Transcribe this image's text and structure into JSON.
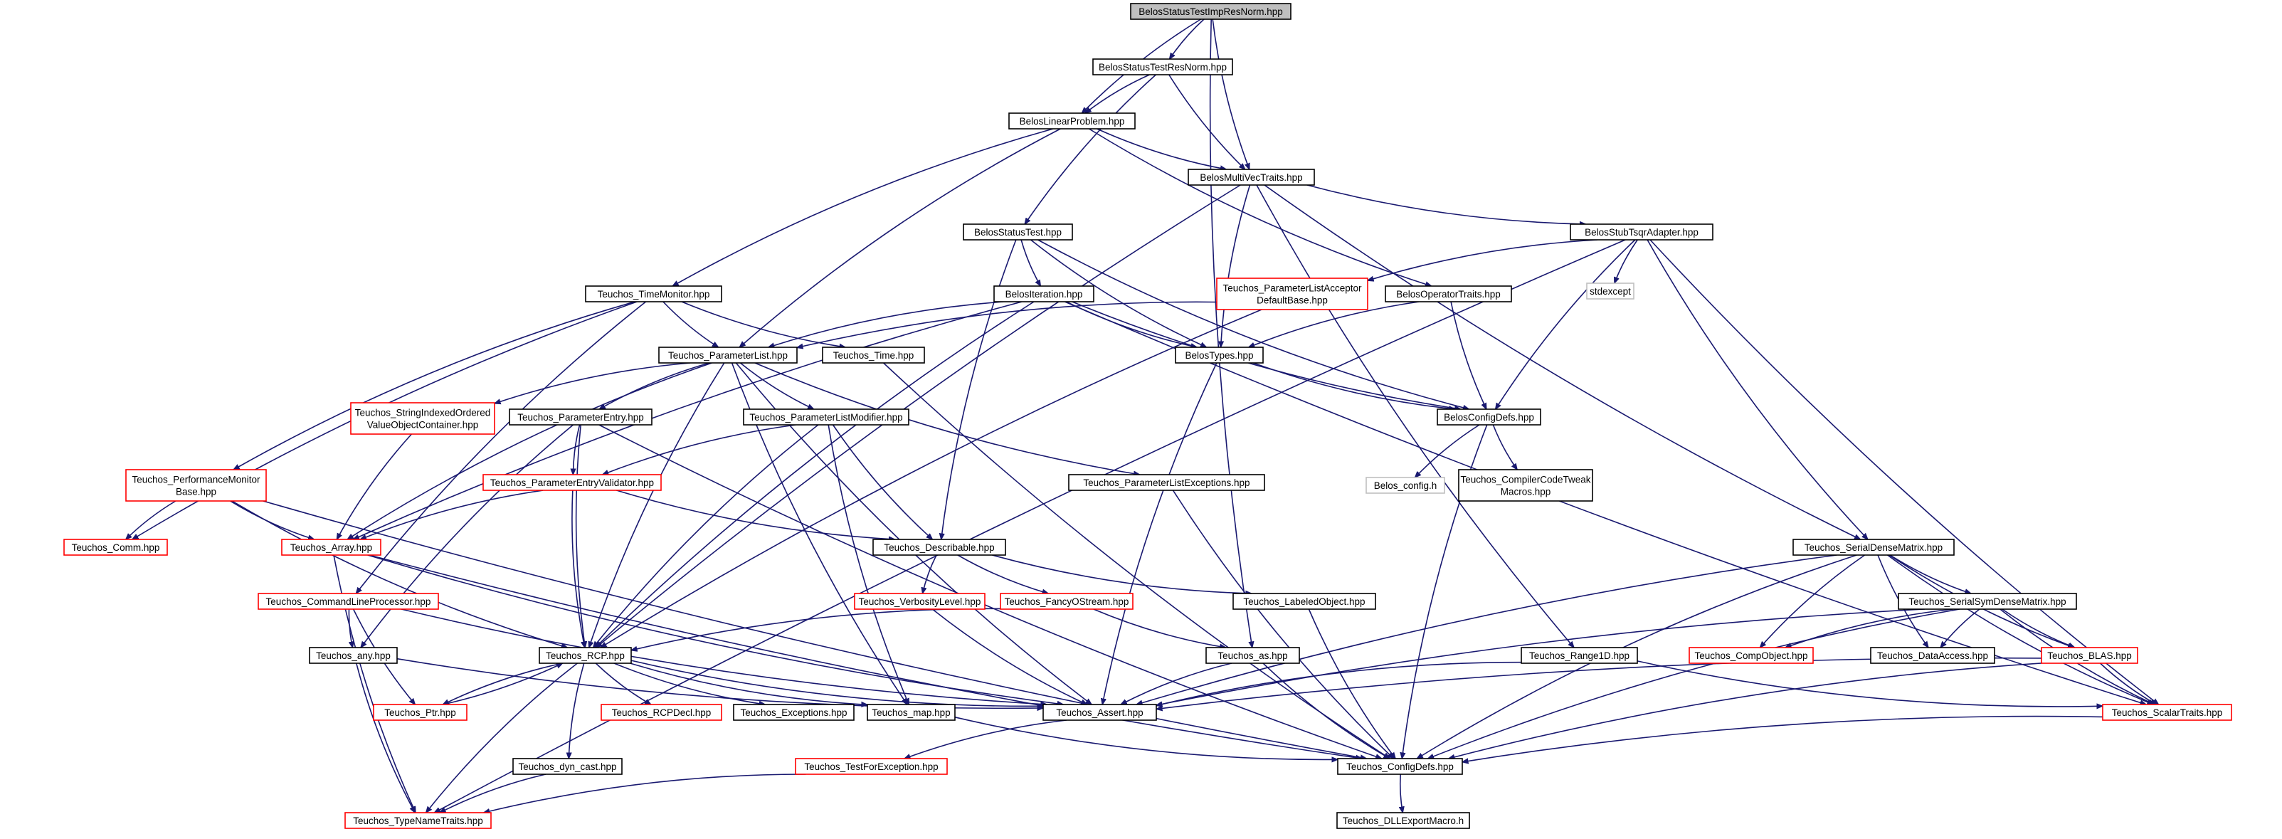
{
  "colors": {
    "edge": "#191970",
    "root_fill": "#bfbfbf",
    "root_border": "#000000",
    "node_border": "#000000",
    "truncated_border": "#ff0000",
    "external_border": "#bfbfbf",
    "node_fill": "#ffffff"
  },
  "nodes": [
    {
      "id": "root",
      "lines": [
        "BelosStatusTestImpResNorm.hpp"
      ],
      "style": "root"
    },
    {
      "id": "resnorm",
      "lines": [
        "BelosStatusTestResNorm.hpp"
      ],
      "style": "normal"
    },
    {
      "id": "linprob",
      "lines": [
        "BelosLinearProblem.hpp"
      ],
      "style": "normal"
    },
    {
      "id": "mvtraits",
      "lines": [
        "BelosMultiVecTraits.hpp"
      ],
      "style": "normal"
    },
    {
      "id": "statustest",
      "lines": [
        "BelosStatusTest.hpp"
      ],
      "style": "normal"
    },
    {
      "id": "tsqr",
      "lines": [
        "BelosStubTsqrAdapter.hpp"
      ],
      "style": "normal"
    },
    {
      "id": "stdexcept",
      "lines": [
        "stdexcept"
      ],
      "style": "external"
    },
    {
      "id": "timemon",
      "lines": [
        "Teuchos_TimeMonitor.hpp"
      ],
      "style": "normal"
    },
    {
      "id": "placcept",
      "lines": [
        "Teuchos_ParameterListAcceptor",
        "DefaultBase.hpp"
      ],
      "style": "truncated"
    },
    {
      "id": "iteration",
      "lines": [
        "BelosIteration.hpp"
      ],
      "style": "normal"
    },
    {
      "id": "optraits",
      "lines": [
        "BelosOperatorTraits.hpp"
      ],
      "style": "normal"
    },
    {
      "id": "plist",
      "lines": [
        "Teuchos_ParameterList.hpp"
      ],
      "style": "normal"
    },
    {
      "id": "ttime",
      "lines": [
        "Teuchos_Time.hpp"
      ],
      "style": "normal"
    },
    {
      "id": "btypes",
      "lines": [
        "BelosTypes.hpp"
      ],
      "style": "normal"
    },
    {
      "id": "bconfig",
      "lines": [
        "BelosConfigDefs.hpp"
      ],
      "style": "normal"
    },
    {
      "id": "belosconfig",
      "lines": [
        "Belos_config.h"
      ],
      "style": "external"
    },
    {
      "id": "ccodetweak",
      "lines": [
        "Teuchos_CompilerCodeTweak",
        "Macros.hpp"
      ],
      "style": "normal"
    },
    {
      "id": "strindexed",
      "lines": [
        "Teuchos_StringIndexedOrdered",
        "ValueObjectContainer.hpp"
      ],
      "style": "truncated"
    },
    {
      "id": "pentry",
      "lines": [
        "Teuchos_ParameterEntry.hpp"
      ],
      "style": "normal"
    },
    {
      "id": "plmod",
      "lines": [
        "Teuchos_ParameterListModifier.hpp"
      ],
      "style": "normal"
    },
    {
      "id": "plexc",
      "lines": [
        "Teuchos_ParameterListExceptions.hpp"
      ],
      "style": "normal"
    },
    {
      "id": "pentryval",
      "lines": [
        "Teuchos_ParameterEntryValidator.hpp"
      ],
      "style": "truncated"
    },
    {
      "id": "perfmon",
      "lines": [
        "Teuchos_PerformanceMonitor",
        "Base.hpp"
      ],
      "style": "truncated"
    },
    {
      "id": "comm",
      "lines": [
        "Teuchos_Comm.hpp"
      ],
      "style": "truncated"
    },
    {
      "id": "tarray",
      "lines": [
        "Teuchos_Array.hpp"
      ],
      "style": "truncated"
    },
    {
      "id": "describable",
      "lines": [
        "Teuchos_Describable.hpp"
      ],
      "style": "normal"
    },
    {
      "id": "verb",
      "lines": [
        "Teuchos_VerbosityLevel.hpp"
      ],
      "style": "truncated"
    },
    {
      "id": "fancy",
      "lines": [
        "Teuchos_FancyOStream.hpp"
      ],
      "style": "truncated"
    },
    {
      "id": "labeled",
      "lines": [
        "Teuchos_LabeledObject.hpp"
      ],
      "style": "normal"
    },
    {
      "id": "serialdense",
      "lines": [
        "Teuchos_SerialDenseMatrix.hpp"
      ],
      "style": "normal"
    },
    {
      "id": "serialsym",
      "lines": [
        "Teuchos_SerialSymDenseMatrix.hpp"
      ],
      "style": "normal"
    },
    {
      "id": "clp",
      "lines": [
        "Teuchos_CommandLineProcessor.hpp"
      ],
      "style": "truncated"
    },
    {
      "id": "tany",
      "lines": [
        "Teuchos_any.hpp"
      ],
      "style": "normal"
    },
    {
      "id": "rcp",
      "lines": [
        "Teuchos_RCP.hpp"
      ],
      "style": "normal"
    },
    {
      "id": "tas",
      "lines": [
        "Teuchos_as.hpp"
      ],
      "style": "normal"
    },
    {
      "id": "range1d",
      "lines": [
        "Teuchos_Range1D.hpp"
      ],
      "style": "normal"
    },
    {
      "id": "compobj",
      "lines": [
        "Teuchos_CompObject.hpp"
      ],
      "style": "truncated"
    },
    {
      "id": "dataaccess",
      "lines": [
        "Teuchos_DataAccess.hpp"
      ],
      "style": "normal"
    },
    {
      "id": "blas",
      "lines": [
        "Teuchos_BLAS.hpp"
      ],
      "style": "truncated"
    },
    {
      "id": "ptr",
      "lines": [
        "Teuchos_Ptr.hpp"
      ],
      "style": "truncated"
    },
    {
      "id": "rcpdecl",
      "lines": [
        "Teuchos_RCPDecl.hpp"
      ],
      "style": "truncated"
    },
    {
      "id": "texc",
      "lines": [
        "Teuchos_Exceptions.hpp"
      ],
      "style": "normal"
    },
    {
      "id": "tmap",
      "lines": [
        "Teuchos_map.hpp"
      ],
      "style": "normal"
    },
    {
      "id": "tassert",
      "lines": [
        "Teuchos_Assert.hpp"
      ],
      "style": "normal"
    },
    {
      "id": "scalartraits",
      "lines": [
        "Teuchos_ScalarTraits.hpp"
      ],
      "style": "truncated"
    },
    {
      "id": "dyncast",
      "lines": [
        "Teuchos_dyn_cast.hpp"
      ],
      "style": "normal"
    },
    {
      "id": "testforexc",
      "lines": [
        "Teuchos_TestForException.hpp"
      ],
      "style": "truncated"
    },
    {
      "id": "tconfig",
      "lines": [
        "Teuchos_ConfigDefs.hpp"
      ],
      "style": "normal"
    },
    {
      "id": "typename",
      "lines": [
        "Teuchos_TypeNameTraits.hpp"
      ],
      "style": "truncated"
    },
    {
      "id": "dllexport",
      "lines": [
        "Teuchos_DLLExportMacro.h"
      ],
      "style": "normal"
    }
  ],
  "edges": [
    [
      "root",
      "resnorm"
    ],
    [
      "root",
      "linprob"
    ],
    [
      "root",
      "mvtraits"
    ],
    [
      "root",
      "tas"
    ],
    [
      "resnorm",
      "linprob"
    ],
    [
      "resnorm",
      "mvtraits"
    ],
    [
      "resnorm",
      "statustest"
    ],
    [
      "linprob",
      "mvtraits"
    ],
    [
      "linprob",
      "optraits"
    ],
    [
      "linprob",
      "timemon"
    ],
    [
      "linprob",
      "plist"
    ],
    [
      "mvtraits",
      "tsqr"
    ],
    [
      "mvtraits",
      "btypes"
    ],
    [
      "mvtraits",
      "rcp"
    ],
    [
      "mvtraits",
      "range1d"
    ],
    [
      "mvtraits",
      "serialdense"
    ],
    [
      "statustest",
      "iteration"
    ],
    [
      "statustest",
      "btypes"
    ],
    [
      "statustest",
      "describable"
    ],
    [
      "statustest",
      "bconfig"
    ],
    [
      "tsqr",
      "stdexcept"
    ],
    [
      "tsqr",
      "placcept"
    ],
    [
      "tsqr",
      "bconfig"
    ],
    [
      "tsqr",
      "serialdense"
    ],
    [
      "tsqr",
      "scalartraits"
    ],
    [
      "tsqr",
      "typename"
    ],
    [
      "timemon",
      "plist"
    ],
    [
      "timemon",
      "ttime"
    ],
    [
      "timemon",
      "perfmon"
    ],
    [
      "timemon",
      "comm"
    ],
    [
      "timemon",
      "clp"
    ],
    [
      "placcept",
      "plist"
    ],
    [
      "placcept",
      "rcp"
    ],
    [
      "iteration",
      "plist"
    ],
    [
      "iteration",
      "btypes"
    ],
    [
      "iteration",
      "bconfig"
    ],
    [
      "iteration",
      "rcp"
    ],
    [
      "iteration",
      "tarray"
    ],
    [
      "iteration",
      "scalartraits"
    ],
    [
      "optraits",
      "btypes"
    ],
    [
      "optraits",
      "bconfig"
    ],
    [
      "btypes",
      "bconfig"
    ],
    [
      "btypes",
      "tassert"
    ],
    [
      "bconfig",
      "belosconfig"
    ],
    [
      "bconfig",
      "ccodetweak"
    ],
    [
      "bconfig",
      "tconfig"
    ],
    [
      "plist",
      "strindexed"
    ],
    [
      "plist",
      "pentry"
    ],
    [
      "plist",
      "plmod"
    ],
    [
      "plist",
      "plexc"
    ],
    [
      "plist",
      "tarray"
    ],
    [
      "plist",
      "rcp"
    ],
    [
      "plist",
      "tassert"
    ],
    [
      "plist",
      "tmap"
    ],
    [
      "ttime",
      "tconfig"
    ],
    [
      "strindexed",
      "tarray"
    ],
    [
      "pentry",
      "pentryval"
    ],
    [
      "pentry",
      "rcp"
    ],
    [
      "pentry",
      "tany"
    ],
    [
      "pentry",
      "tconfig"
    ],
    [
      "plmod",
      "pentryval"
    ],
    [
      "plmod",
      "describable"
    ],
    [
      "plmod",
      "rcp"
    ],
    [
      "plmod",
      "tmap"
    ],
    [
      "plexc",
      "tconfig"
    ],
    [
      "pentryval",
      "tarray"
    ],
    [
      "pentryval",
      "describable"
    ],
    [
      "pentryval",
      "rcp"
    ],
    [
      "perfmon",
      "comm"
    ],
    [
      "perfmon",
      "tarray"
    ],
    [
      "perfmon",
      "rcp"
    ],
    [
      "perfmon",
      "tconfig"
    ],
    [
      "tarray",
      "tassert"
    ],
    [
      "tarray",
      "typename"
    ],
    [
      "tarray",
      "tconfig"
    ],
    [
      "describable",
      "verb"
    ],
    [
      "describable",
      "fancy"
    ],
    [
      "describable",
      "labeled"
    ],
    [
      "verb",
      "tassert"
    ],
    [
      "fancy",
      "rcp"
    ],
    [
      "fancy",
      "tas"
    ],
    [
      "labeled",
      "tconfig"
    ],
    [
      "serialdense",
      "serialsym"
    ],
    [
      "serialdense",
      "compobj"
    ],
    [
      "serialdense",
      "dataaccess"
    ],
    [
      "serialdense",
      "blas"
    ],
    [
      "serialdense",
      "scalartraits"
    ],
    [
      "serialdense",
      "tassert"
    ],
    [
      "serialdense",
      "tconfig"
    ],
    [
      "serialsym",
      "compobj"
    ],
    [
      "serialsym",
      "dataaccess"
    ],
    [
      "serialsym",
      "blas"
    ],
    [
      "serialsym",
      "scalartraits"
    ],
    [
      "serialsym",
      "tassert"
    ],
    [
      "serialsym",
      "tconfig"
    ],
    [
      "clp",
      "tany"
    ],
    [
      "clp",
      "ptr"
    ],
    [
      "clp",
      "tassert"
    ],
    [
      "tany",
      "tassert"
    ],
    [
      "tany",
      "typename"
    ],
    [
      "rcp",
      "ptr"
    ],
    [
      "rcp",
      "rcpdecl"
    ],
    [
      "rcp",
      "texc"
    ],
    [
      "rcp",
      "tmap"
    ],
    [
      "rcp",
      "tassert"
    ],
    [
      "rcp",
      "dyncast"
    ],
    [
      "rcp",
      "typename"
    ],
    [
      "ptr",
      "rcp"
    ],
    [
      "tas",
      "tassert"
    ],
    [
      "tas",
      "tconfig"
    ],
    [
      "range1d",
      "tassert"
    ],
    [
      "range1d",
      "scalartraits"
    ],
    [
      "blas",
      "tassert"
    ],
    [
      "blas",
      "scalartraits"
    ],
    [
      "blas",
      "tconfig"
    ],
    [
      "tmap",
      "tconfig"
    ],
    [
      "tassert",
      "testforexc"
    ],
    [
      "scalartraits",
      "tconfig"
    ],
    [
      "dyncast",
      "typename"
    ],
    [
      "testforexc",
      "typename"
    ],
    [
      "tconfig",
      "dllexport"
    ]
  ]
}
